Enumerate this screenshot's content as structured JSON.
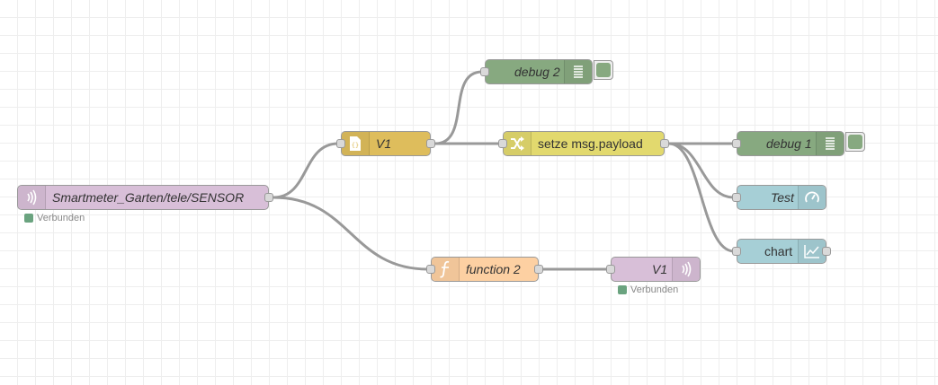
{
  "flow": {
    "nodes": {
      "mqtt_in": {
        "label": "Smartmeter_Garten/tele/SENSOR",
        "color": "#d8bfd8",
        "icon": "bridge-icon",
        "status": "Verbunden",
        "status_color": "#6aa37f"
      },
      "json_v1": {
        "label": "V1",
        "color": "#debd5c",
        "icon": "json-icon"
      },
      "debug2": {
        "label": "debug 2",
        "color": "#87a980",
        "icon": "debug-list-icon"
      },
      "change": {
        "label": "setze msg.payload",
        "color": "#e2d96e",
        "icon": "shuffle-icon"
      },
      "debug1": {
        "label": "debug 1",
        "color": "#87a980",
        "icon": "debug-list-icon"
      },
      "gauge_test": {
        "label": "Test",
        "color": "#a6cfd6",
        "icon": "gauge-icon"
      },
      "chart": {
        "label": "chart",
        "color": "#a6cfd6",
        "icon": "chart-icon"
      },
      "function2": {
        "label": "function 2",
        "color": "#fdd0a2",
        "icon": "function-icon"
      },
      "mqtt_out": {
        "label": "V1",
        "color": "#d8bfd8",
        "icon": "bridge-icon",
        "status": "Verbunden",
        "status_color": "#6aa37f"
      }
    }
  }
}
